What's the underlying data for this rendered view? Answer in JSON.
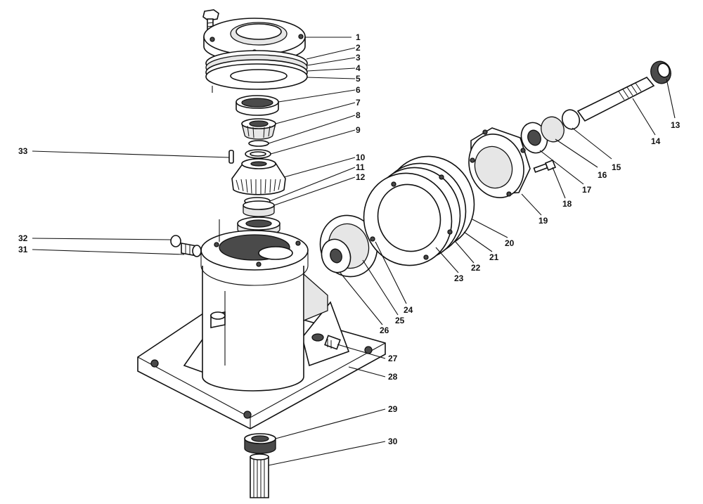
{
  "diagram": {
    "labels": [
      {
        "id": "p1",
        "text": "1"
      },
      {
        "id": "p2",
        "text": "2"
      },
      {
        "id": "p3",
        "text": "3"
      },
      {
        "id": "p4",
        "text": "4"
      },
      {
        "id": "p5",
        "text": "5"
      },
      {
        "id": "p6",
        "text": "6"
      },
      {
        "id": "p7",
        "text": "7"
      },
      {
        "id": "p8",
        "text": "8"
      },
      {
        "id": "p9",
        "text": "9"
      },
      {
        "id": "p10",
        "text": "10"
      },
      {
        "id": "p11",
        "text": "11"
      },
      {
        "id": "p12",
        "text": "12"
      },
      {
        "id": "p13",
        "text": "13"
      },
      {
        "id": "p14",
        "text": "14"
      },
      {
        "id": "p15",
        "text": "15"
      },
      {
        "id": "p16",
        "text": "16"
      },
      {
        "id": "p17",
        "text": "17"
      },
      {
        "id": "p18",
        "text": "18"
      },
      {
        "id": "p19",
        "text": "19"
      },
      {
        "id": "p20",
        "text": "20"
      },
      {
        "id": "p21",
        "text": "21"
      },
      {
        "id": "p22",
        "text": "22"
      },
      {
        "id": "p23",
        "text": "23"
      },
      {
        "id": "p24",
        "text": "24"
      },
      {
        "id": "p25",
        "text": "25"
      },
      {
        "id": "p26",
        "text": "26"
      },
      {
        "id": "p27",
        "text": "27"
      },
      {
        "id": "p28",
        "text": "28"
      },
      {
        "id": "p29",
        "text": "29"
      },
      {
        "id": "p30",
        "text": "30"
      },
      {
        "id": "p31",
        "text": "31"
      },
      {
        "id": "p32",
        "text": "32"
      },
      {
        "id": "p33",
        "text": "33"
      }
    ]
  }
}
